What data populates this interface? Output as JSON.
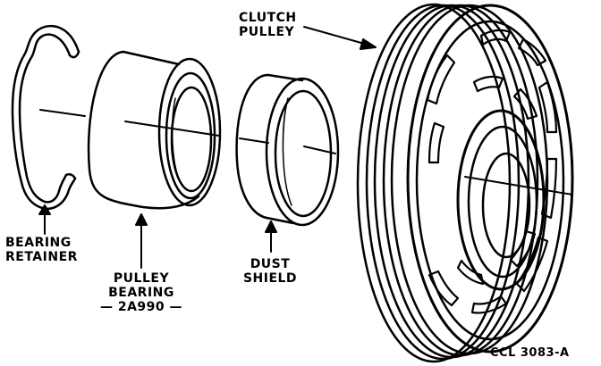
{
  "figure_code": "CCL 3083-A",
  "parts": [
    {
      "name": "bearing-retainer",
      "label_lines": [
        "BEARING",
        "RETAINER"
      ]
    },
    {
      "name": "pulley-bearing",
      "label_lines": [
        "PULLEY",
        "BEARING",
        "— 2A990 —"
      ]
    },
    {
      "name": "dust-shield",
      "label_lines": [
        "DUST",
        "SHIELD"
      ]
    },
    {
      "name": "clutch-pulley",
      "label_lines": [
        "CLUTCH",
        "PULLEY"
      ]
    }
  ],
  "colors": {
    "ink": "#000000",
    "paper": "#ffffff"
  }
}
